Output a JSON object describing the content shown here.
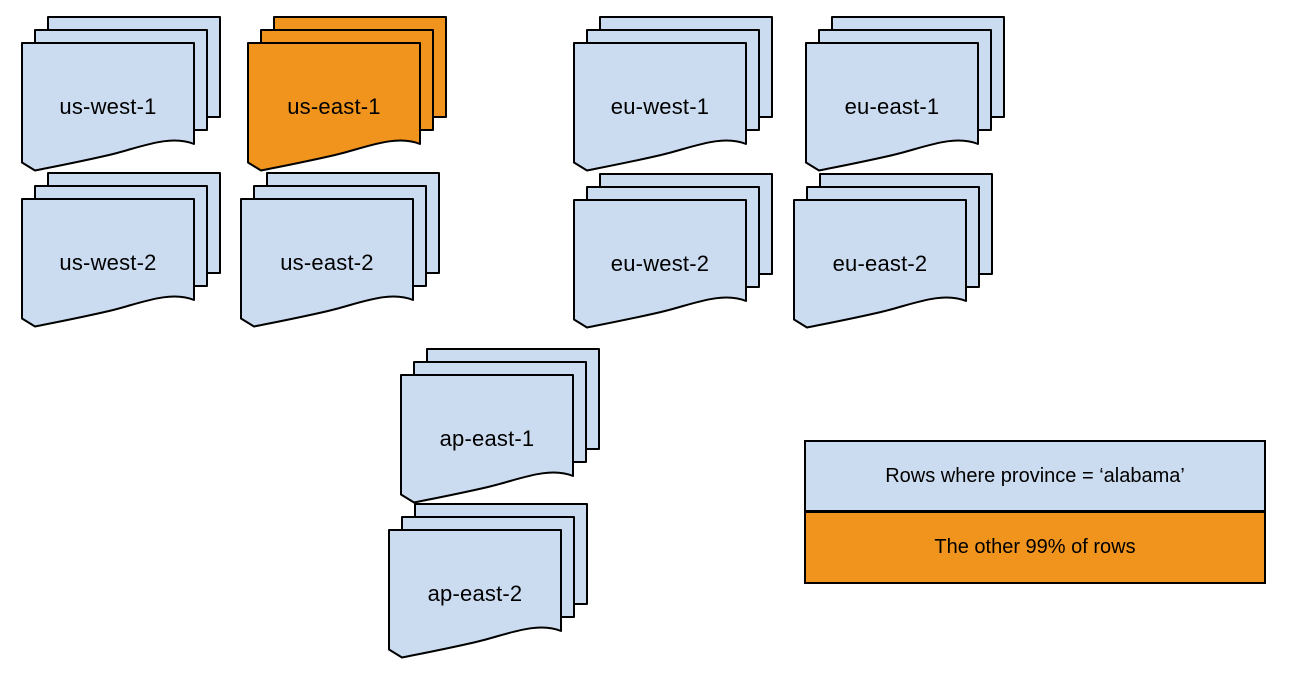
{
  "palette": {
    "region_fill": "#CCDCF0",
    "highlight_fill": "#F1941D",
    "stroke": "#000000"
  },
  "stacks": [
    {
      "label": "us-west-1",
      "fill": "#CCDCF0"
    },
    {
      "label": "us-east-1",
      "fill": "#F1941D"
    },
    {
      "label": "eu-west-1",
      "fill": "#CCDCF0"
    },
    {
      "label": "eu-east-1",
      "fill": "#CCDCF0"
    },
    {
      "label": "us-west-2",
      "fill": "#CCDCF0"
    },
    {
      "label": "us-east-2",
      "fill": "#CCDCF0"
    },
    {
      "label": "eu-west-2",
      "fill": "#CCDCF0"
    },
    {
      "label": "eu-east-2",
      "fill": "#CCDCF0"
    },
    {
      "label": "ap-east-1",
      "fill": "#CCDCF0"
    },
    {
      "label": "ap-east-2",
      "fill": "#CCDCF0"
    }
  ],
  "legend": {
    "rows": [
      {
        "label": "Rows where province = ‘alabama’",
        "fill": "#CCDCF0"
      },
      {
        "label": "The other 99% of rows",
        "fill": "#F1941D"
      }
    ]
  }
}
